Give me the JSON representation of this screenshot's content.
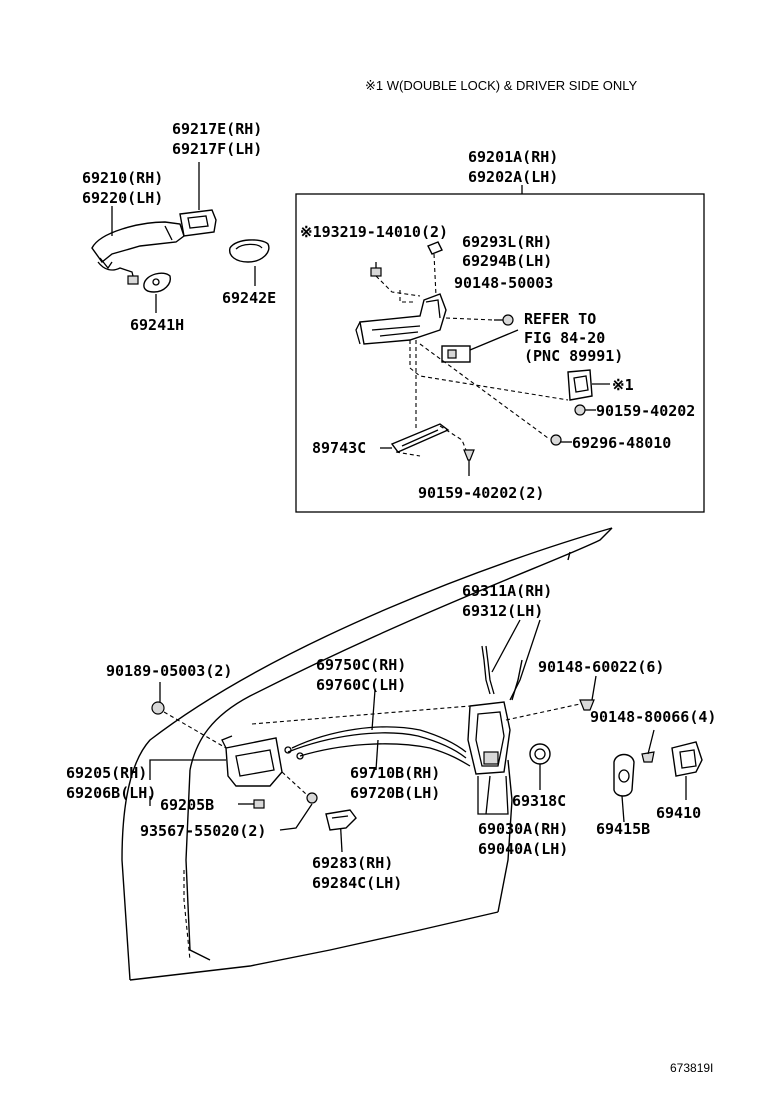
{
  "header": {
    "note": "※1 W(DOUBLE LOCK) & DRIVER SIDE ONLY"
  },
  "footer": {
    "figure_id": "673819I"
  },
  "labels": {
    "p69217E": "69217E(RH)",
    "p69217F": "69217F(LH)",
    "p69210": "69210(RH)",
    "p69220": "69220(LH)",
    "p69241H": "69241H",
    "p69242E": "69242E",
    "p69201A": "69201A(RH)",
    "p69202A": "69202A(LH)",
    "p93219": "※193219-14010(2)",
    "p69293L": "69293L(RH)",
    "p69294B": "69294B(LH)",
    "p90148_50003": "90148-50003",
    "refer1": "REFER TO",
    "refer2": "FIG 84-20",
    "refer3": "(PNC 89991)",
    "mark1": "※1",
    "p90159_40202a": "90159-40202",
    "p69296": "69296-48010",
    "p89743C": "89743C",
    "p90159_40202b": "90159-40202(2)",
    "p69311A": "69311A(RH)",
    "p69312": "69312(LH)",
    "p90189": "90189-05003(2)",
    "p69750C": "69750C(RH)",
    "p69760C": "69760C(LH)",
    "p90148_60022": "90148-60022(6)",
    "p90148_80066": "90148-80066(4)",
    "p69205": "69205(RH)",
    "p69206B": "69206B(LH)",
    "p69710B": "69710B(RH)",
    "p69720B": "69720B(LH)",
    "p69205B": "69205B",
    "p69318C": "69318C",
    "p69410": "69410",
    "p93567": "93567-55020(2)",
    "p69030A": "69030A(RH)",
    "p69415B": "69415B",
    "p69040A": "69040A(LH)",
    "p69283": "69283(RH)",
    "p69284C": "69284C(LH)"
  }
}
